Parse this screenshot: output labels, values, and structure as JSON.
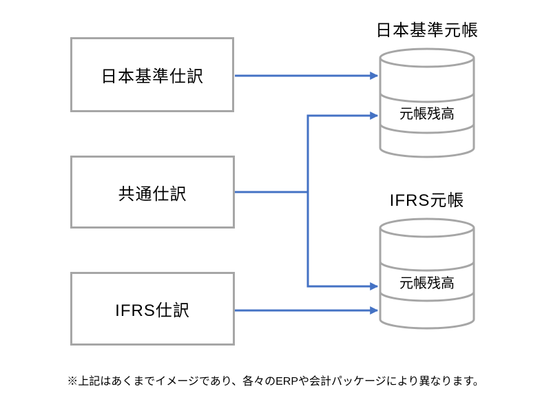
{
  "diagram": {
    "boxes": [
      {
        "id": "japan-gaap-journal",
        "label": "日本基準仕訳"
      },
      {
        "id": "common-journal",
        "label": "共通仕訳"
      },
      {
        "id": "ifrs-journal",
        "label": "IFRS仕訳"
      }
    ],
    "databases": [
      {
        "id": "japan-gaap-ledger",
        "title": "日本基準元帳",
        "label": "元帳残高"
      },
      {
        "id": "ifrs-ledger",
        "title": "IFRS元帳",
        "label": "元帳残高"
      }
    ],
    "connections": [
      {
        "from": "日本基準仕訳",
        "to": "日本基準元帳"
      },
      {
        "from": "共通仕訳",
        "to": "日本基準元帳"
      },
      {
        "from": "共通仕訳",
        "to": "IFRS元帳"
      },
      {
        "from": "IFRS仕訳",
        "to": "IFRS元帳"
      }
    ],
    "footnote": "※上記はあくまでイメージであり、各々のERPや会計パッケージにより異なります。"
  },
  "colors": {
    "arrow": "#4472C4",
    "outline": "#A6A6A6",
    "text": "#000000",
    "background": "#FFFFFF"
  }
}
